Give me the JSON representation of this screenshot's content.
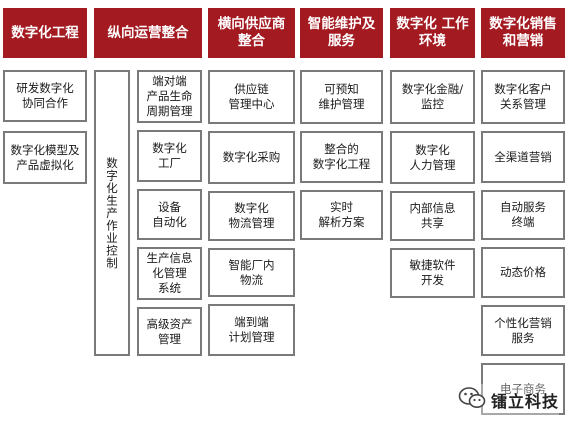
{
  "columns": [
    {
      "header": "数字化工程",
      "items": [
        "研发数字化\n协同合作",
        "数字化模型及\n产品虚拟化"
      ]
    },
    {
      "header": "纵向运营整合",
      "side_label": "数字化生产作业控制",
      "items": [
        "端对端\n产品生命\n周期管理",
        "数字化\n工厂",
        "设备\n自动化",
        "生产信息\n化管理\n系统",
        "高级资产\n管理"
      ]
    },
    {
      "header": "横向供应商\n整合",
      "items": [
        "供应链\n管理中心",
        "数字化采购",
        "数字化\n物流管理",
        "智能厂内\n物流",
        "端到端\n计划管理"
      ]
    },
    {
      "header": "智能维护及\n服务",
      "items": [
        "可预知\n维护管理",
        "整合的\n数字化工程",
        "实时\n解析方案"
      ]
    },
    {
      "header": "数字化\n工作环境",
      "items": [
        "数字化金融/\n监控",
        "数字化\n人力管理",
        "内部信息\n共享",
        "敏捷软件\n开发"
      ]
    },
    {
      "header": "数字化销售\n和营销",
      "items": [
        "数字化客户\n关系管理",
        "全渠道营销",
        "自动服务\n终端",
        "动态价格",
        "个性化营销\n服务",
        "电子商务"
      ]
    }
  ],
  "watermark": {
    "text": "镭立科技",
    "icon": "wechat-icon"
  },
  "colors": {
    "header_bg": "#a31a21",
    "box_border": "#7a7a7a"
  }
}
